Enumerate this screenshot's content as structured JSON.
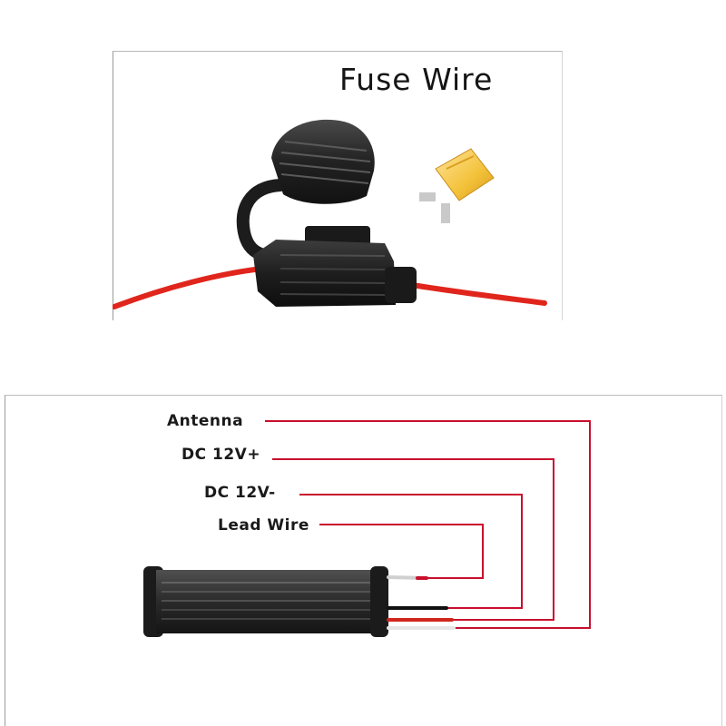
{
  "top_panel": {
    "title": "Fuse Wire"
  },
  "bottom_panel": {
    "labels": {
      "antenna": "Antenna",
      "dc_plus": "DC 12V+",
      "dc_minus": "DC 12V-",
      "lead_wire": "Lead Wire"
    }
  },
  "colors": {
    "wire_red": "#e0261c",
    "leader_line": "#c8102e",
    "fuse_body": "#f3c23a",
    "housing": "#2a2a2a"
  }
}
